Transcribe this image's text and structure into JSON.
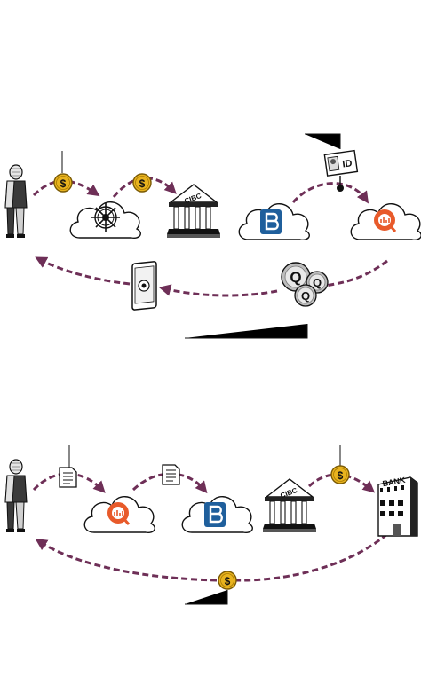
{
  "colors": {
    "flow_arrow": "#6e2f57",
    "coin": "#e8b31e",
    "coin_dark": "#a77a06",
    "orange_logo": "#e85a2a",
    "blue_logo": "#1f5f9c",
    "line": "#111111"
  },
  "diagram_top": {
    "bank_sign": "CIBC",
    "id_card_text": "ID",
    "coin_symbol": "$",
    "qcoin_letter": "Q"
  },
  "diagram_bottom": {
    "bank_sign": "CIBC",
    "bank2_sign": "BANK",
    "coin_symbol": "$"
  },
  "icons": [
    "person-icon",
    "coin-icon",
    "cloud-icon",
    "ship-wheel-icon",
    "bank-building-icon",
    "id-card-icon",
    "blue-b-logo-icon",
    "orange-q-logo-icon",
    "q-coins-icon",
    "tablet-icon",
    "document-icon",
    "office-building-icon"
  ]
}
